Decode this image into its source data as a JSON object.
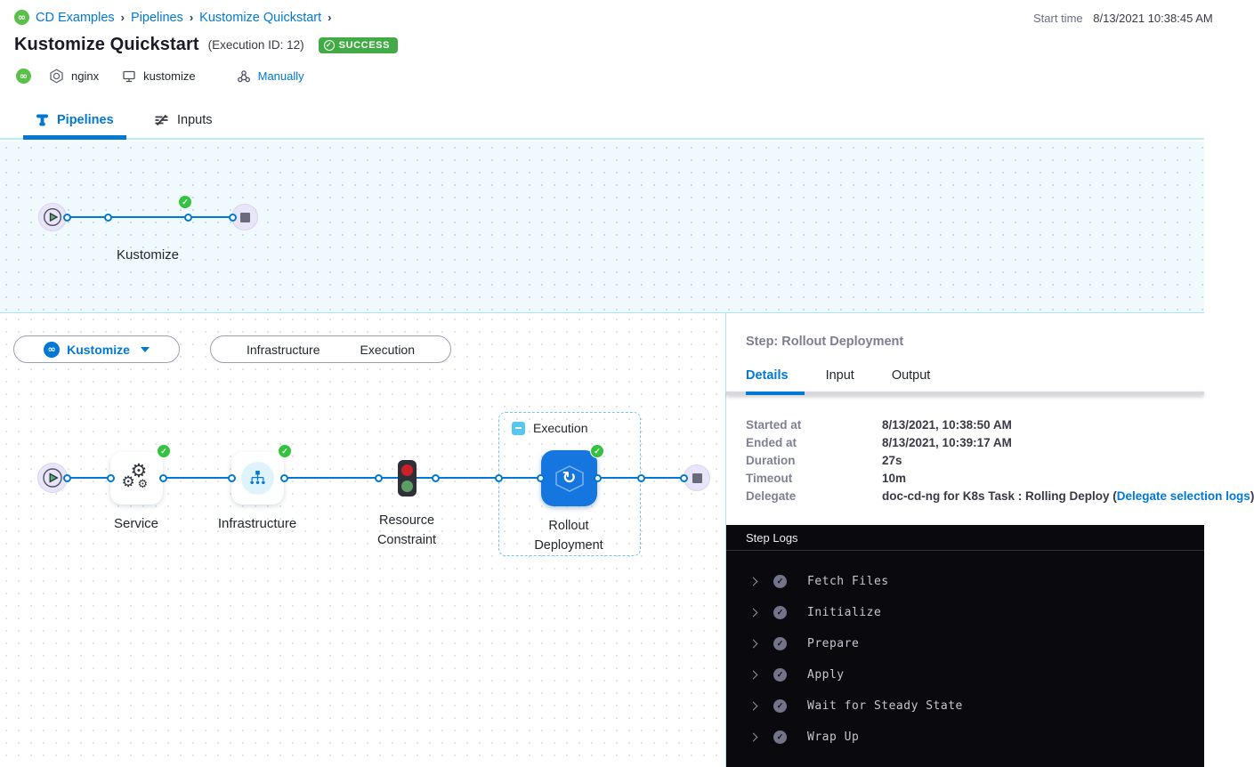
{
  "header": {
    "breadcrumb": [
      "CD Examples",
      "Pipelines",
      "Kustomize Quickstart"
    ],
    "title": "Kustomize Quickstart",
    "execution_id": "(Execution ID: 12)",
    "status_badge": "SUCCESS",
    "start_time_label": "Start time",
    "start_time_value": "8/13/2021 10:38:45 AM",
    "tags": {
      "service": "nginx",
      "environment": "kustomize",
      "trigger": "Manually"
    }
  },
  "tabs": {
    "pipelines": "Pipelines",
    "inputs": "Inputs"
  },
  "stage_graph": {
    "stage_label": "Kustomize"
  },
  "execution_graph": {
    "stage_selector": "Kustomize",
    "view_toggle": {
      "left": "Infrastructure",
      "right": "Execution"
    },
    "group_label": "Execution",
    "nodes": [
      {
        "label": "Service"
      },
      {
        "label": "Infrastructure"
      },
      {
        "label1": "Resource",
        "label2": "Constraint"
      },
      {
        "label1": "Rollout",
        "label2": "Deployment"
      }
    ]
  },
  "step_panel": {
    "title": "Step: Rollout Deployment",
    "tabs": {
      "details": "Details",
      "input": "Input",
      "output": "Output"
    },
    "details": [
      {
        "label": "Started at",
        "value": "8/13/2021, 10:38:50 AM"
      },
      {
        "label": "Ended at",
        "value": "8/13/2021, 10:39:17 AM"
      },
      {
        "label": "Duration",
        "value": "27s"
      },
      {
        "label": "Timeout",
        "value": "10m"
      },
      {
        "label": "Delegate",
        "value_prefix": "doc-cd-ng for K8s Task : Rolling Deploy (",
        "link": "Delegate selection logs",
        "value_suffix": ")"
      }
    ]
  },
  "step_logs": {
    "title": "Step Logs",
    "entries": [
      "Fetch Files",
      "Initialize",
      "Prepare",
      "Apply",
      "Wait for Steady State",
      "Wrap Up"
    ]
  },
  "colors": {
    "brand_blue": "#0278d5",
    "node_blue": "#1576e0",
    "success_green": "#42ab45",
    "check_green": "#34c240",
    "harness_green": "#5bc04a",
    "canvas_blue_bg": "#eff9fe",
    "cyan_border": "#a5e6f6",
    "logs_bg": "#0a0a0e"
  }
}
